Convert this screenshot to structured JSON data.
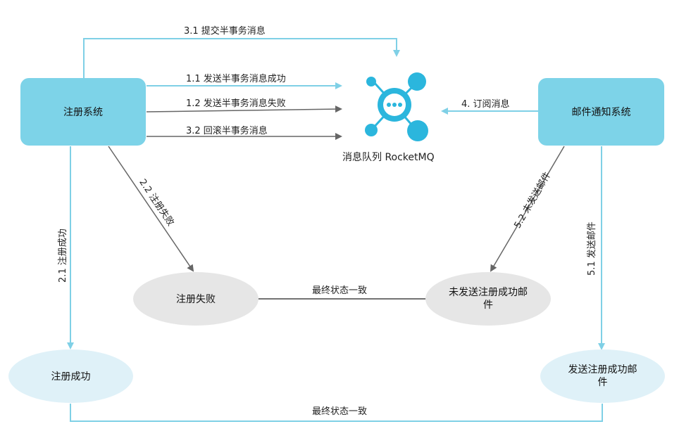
{
  "nodes": {
    "registration_system": "注册系统",
    "email_system": "邮件通知系统",
    "mq_label": "消息队列 RocketMQ",
    "reg_failed": "注册失败",
    "reg_success": "注册成功",
    "email_not_sent": "未发送注册成功邮件",
    "email_sent": "发送注册成功邮件"
  },
  "edges": {
    "e31": "3.1 提交半事务消息",
    "e11": "1.1 发送半事务消息成功",
    "e12": "1.2 发送半事务消息失败",
    "e32": "3.2 回滚半事务消息",
    "e4": "4. 订阅消息",
    "e22": "2.2 注册失败",
    "e21": "2.1 注册成功",
    "e52": "5.2 未发送邮件",
    "e51": "5.1 发送邮件",
    "consistency_top": "最终状态一致",
    "consistency_bottom": "最终状态一致"
  },
  "colors": {
    "node_blue": "#7dd3e8",
    "arrow_blue": "#7fd0e6",
    "arrow_grey": "#666666",
    "mq_icon": "#2bb6dd",
    "ellipse_grey": "#e6e6e6",
    "ellipse_light_blue": "#dff1f8"
  },
  "icons": {
    "mq": "rocketmq-molecule-icon"
  }
}
